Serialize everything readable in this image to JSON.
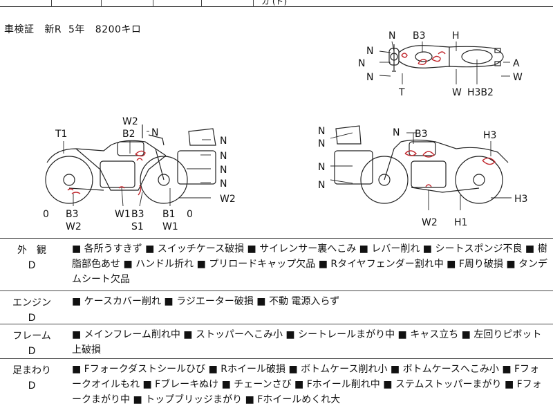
{
  "top": {
    "tail": "カ (ド)"
  },
  "certificate": {
    "label": "車検証",
    "type": "新R",
    "years": "5年",
    "mileage": "8200キロ"
  },
  "diagram": {
    "top_view": {
      "labels": [
        "N",
        "B3",
        "H",
        "N",
        "N",
        "A",
        "N",
        "W",
        "T",
        "W",
        "H3B2"
      ]
    },
    "left_side": {
      "labels": [
        "W2",
        "B2",
        "N",
        "T1",
        "N",
        "N",
        "N",
        "N",
        "W2",
        "0",
        "B3",
        "W2",
        "W1",
        "B3",
        "S1",
        "B1",
        "W1",
        "0"
      ]
    },
    "right_side": {
      "labels": [
        "N",
        "N",
        "N",
        "B3",
        "H3",
        "N",
        "N",
        "H3",
        "W2",
        "H1"
      ]
    }
  },
  "rows": [
    {
      "category": "外　観",
      "grade": "D",
      "text": "■ 各所うすきず ■ スイッチケース破損 ■ サイレンサー裏へこみ ■ レバー削れ ■ シートスポンジ不良 ■ 樹脂部色あせ ■ ハンドル折れ ■ プリロードキャップ欠品 ■ Rタイヤフェンダー割れ中 ■ F周り破損 ■ タンデムシート欠品"
    },
    {
      "category": "エンジン",
      "grade": "D",
      "text": "■ ケースカバー削れ ■ ラジエーター破損 ■ 不動 電源入らず"
    },
    {
      "category": "フレーム",
      "grade": "D",
      "text": "■ メインフレーム削れ中 ■ ストッパーへこみ小 ■ シートレールまがり中 ■ キャス立ち ■ 左回りピボット上破損"
    },
    {
      "category": "足まわり",
      "grade": "D",
      "text": "■ Fフォークダストシールひび ■ Rホイール破損 ■ ボトムケース削れ小 ■ ボトムケースへこみ小 ■ Fフォークオイルもれ ■ Fブレーキぬけ ■ チェーンさび ■ Fホイール削れ中 ■ ステムストッパーまがり ■ Fフォークまがり中 ■ トップブリッジまがり ■ Fホイールめくれ大"
    }
  ]
}
